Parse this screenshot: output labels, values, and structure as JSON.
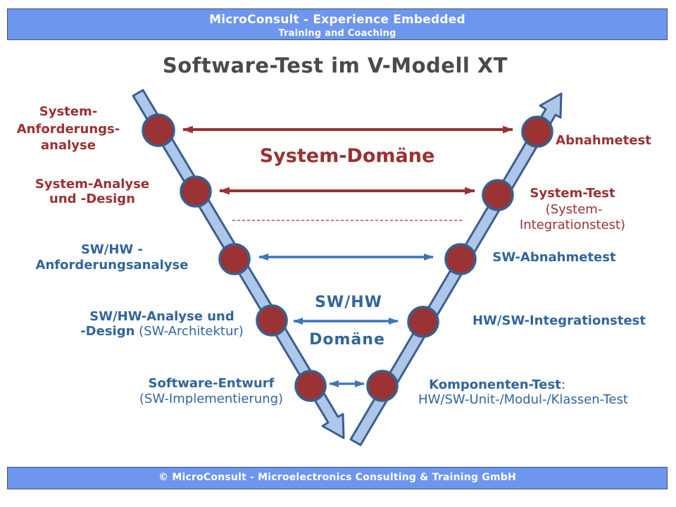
{
  "header": {
    "line1": "MicroConsult - Experience Embedded",
    "line2": "Training and Coaching"
  },
  "title": "Software-Test im V-Modell XT",
  "domains": {
    "system": "System-Domäne",
    "swhw_line1": "SW/HW",
    "swhw_line2": "Domäne"
  },
  "left_phases": {
    "sysanf": {
      "l1": "System-",
      "l2": "Anforderungs-",
      "l3": "analyse"
    },
    "sysdesign": {
      "l1": "System-Analyse",
      "l2": "und -Design"
    },
    "swhw_anf": {
      "l1": "SW/HW -",
      "l2": "Anforderungsanalyse"
    },
    "swhw_design": {
      "l1": "SW/HW-Analyse und",
      "l2_bold": "-Design",
      "l2_reg": " (SW-Architektur)"
    },
    "sw_entwurf": {
      "l1": "Software-Entwurf",
      "l2": "(SW-Implementierung)"
    }
  },
  "right_phases": {
    "abnahmetest": {
      "l1": "Abnahmetest"
    },
    "systemtest": {
      "l1": "System-Test",
      "l2": "(System-",
      "l3": "Integrationstest)"
    },
    "sw_abnahmetest": {
      "l1": "SW-Abnahmetest"
    },
    "hwsw_integrationstest": {
      "l1": "HW/SW-Integrationstest"
    },
    "komponententest": {
      "l1_bold": "Komponenten-Test",
      "l1_reg": ":",
      "l2": "HW/SW-Unit-/Modul-/Klassen-Test"
    }
  },
  "footer": "© MicroConsult - Microelectronics Consulting & Training GmbH",
  "colors": {
    "banner_background": "#6D96EE",
    "banner_border": "#44546A",
    "banner_text": "#FFFFFF",
    "dark_red": "#9A3132",
    "blue_text": "#31659C",
    "blue_arrow": "#3E74B8",
    "band_fill": "#AEC6E8",
    "band_stroke": "#3A5F8F",
    "circle_fill": "#9B3233",
    "circle_stroke": "#36608F",
    "title_color": "#4A4A4A"
  }
}
